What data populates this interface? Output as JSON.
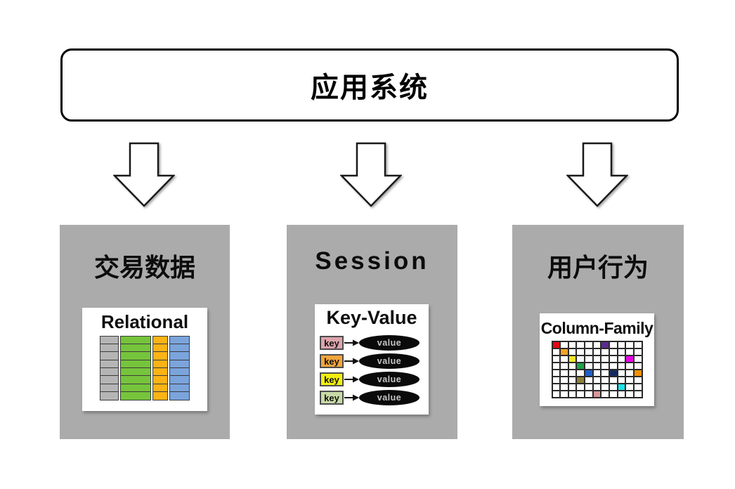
{
  "theme": {
    "card_background": "#ababab",
    "border_color": "#000000",
    "arrow_fill": "#ffffff"
  },
  "header": {
    "title": "应用系统"
  },
  "columns": [
    {
      "title": "交易数据",
      "card": {
        "type": "relational",
        "title": "Relational",
        "rows": 8,
        "table_columns": [
          {
            "name": "gray",
            "color": "#b5b5b5",
            "width_pct": 22
          },
          {
            "name": "green",
            "color": "#76c43c",
            "width_pct": 36
          },
          {
            "name": "orange",
            "color": "#fbb316",
            "width_pct": 18
          },
          {
            "name": "blue",
            "color": "#7ba4dc",
            "width_pct": 24
          }
        ]
      }
    },
    {
      "title": "Session",
      "card": {
        "type": "key_value",
        "title": "Key-Value",
        "key_label": "key",
        "value_label": "value",
        "key_colors": [
          "#dca4ab",
          "#f2a53c",
          "#f2ef10",
          "#c9d9a5"
        ]
      }
    },
    {
      "title": "用户行为",
      "card": {
        "type": "column_family",
        "title": "Column-Family",
        "grid": {
          "cols": 11,
          "rows": 8,
          "cells": [
            {
              "r": 0,
              "c": 0,
              "color": "#e30613"
            },
            {
              "r": 0,
              "c": 6,
              "color": "#5b2a8e"
            },
            {
              "r": 1,
              "c": 1,
              "color": "#f0a32b"
            },
            {
              "r": 2,
              "c": 2,
              "color": "#f2e72e"
            },
            {
              "r": 2,
              "c": 9,
              "color": "#ea00ea"
            },
            {
              "r": 3,
              "c": 3,
              "color": "#1ea24a"
            },
            {
              "r": 4,
              "c": 4,
              "color": "#1e5ec9"
            },
            {
              "r": 4,
              "c": 7,
              "color": "#122a5e"
            },
            {
              "r": 4,
              "c": 10,
              "color": "#f59100"
            },
            {
              "r": 5,
              "c": 3,
              "color": "#8d8038"
            },
            {
              "r": 6,
              "c": 8,
              "color": "#1ae4ee"
            },
            {
              "r": 7,
              "c": 5,
              "color": "#d9959b"
            }
          ]
        }
      }
    }
  ]
}
